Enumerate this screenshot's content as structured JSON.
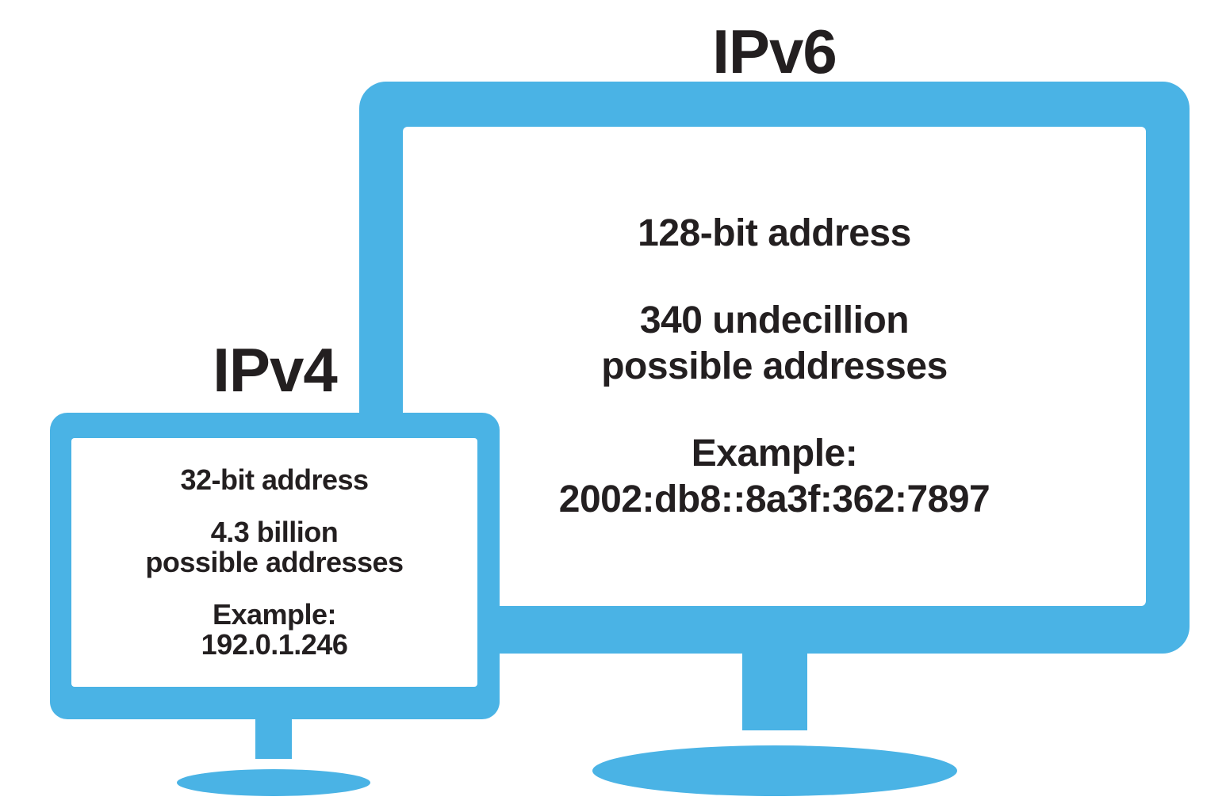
{
  "colors": {
    "monitor_blue": "#4AB3E5",
    "text_dark": "#231F20",
    "background": "#FFFFFF"
  },
  "ipv6": {
    "title": "IPv6",
    "address_size": "128-bit address",
    "capacity": {
      "line1": "340 undecillion",
      "line2": "possible addresses"
    },
    "example": {
      "label": "Example:",
      "value": "2002:db8::8a3f:362:7897"
    }
  },
  "ipv4": {
    "title": "IPv4",
    "address_size": "32-bit address",
    "capacity": {
      "line1": "4.3 billion",
      "line2": "possible addresses"
    },
    "example": {
      "label": "Example:",
      "value": "192.0.1.246"
    }
  }
}
